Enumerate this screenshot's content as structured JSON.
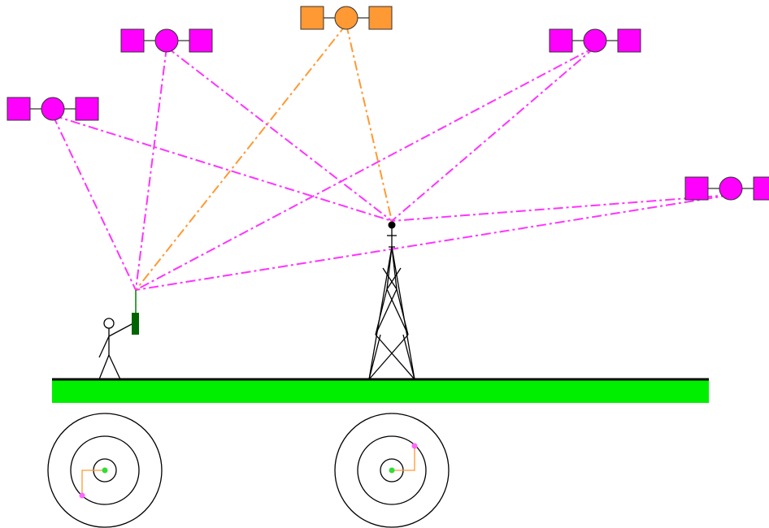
{
  "colors": {
    "background": "#ffffff",
    "ground_fill": "#00ee00",
    "ground_edge": "#000000",
    "satellite_primary": "#ff00ff",
    "satellite_highlight": "#ff9933",
    "link_primary": "#ff33ff",
    "link_highlight": "#ff9933",
    "receiver": "#006400",
    "antenna": "#008000",
    "tower": "#000000",
    "target_ring": "#000000",
    "target_center": "#33dd33",
    "target_marker": "#ff66ff",
    "target_offset_line": "#ff9933"
  },
  "scene": {
    "satellites": [
      {
        "id": "sat-far-left",
        "highlight": false
      },
      {
        "id": "sat-left",
        "highlight": false
      },
      {
        "id": "sat-top-center",
        "highlight": true
      },
      {
        "id": "sat-right",
        "highlight": false
      },
      {
        "id": "sat-far-right",
        "highlight": false
      }
    ],
    "links_to_rover": [
      "sat-far-left",
      "sat-left",
      "sat-top-center",
      "sat-right",
      "sat-far-right"
    ],
    "links_to_base": [
      "sat-far-left",
      "sat-left",
      "sat-top-center",
      "sat-right",
      "sat-far-right"
    ],
    "link_style": "dash-dot",
    "icons": {
      "satellite": "satellite-icon",
      "person": "person-icon",
      "receiver": "gnss-receiver-icon",
      "tower": "radio-tower-icon",
      "target": "target-icon"
    },
    "targets": [
      {
        "id": "rover-target",
        "marker_quadrant": "lower-left"
      },
      {
        "id": "base-target",
        "marker_quadrant": "upper-right"
      }
    ]
  }
}
